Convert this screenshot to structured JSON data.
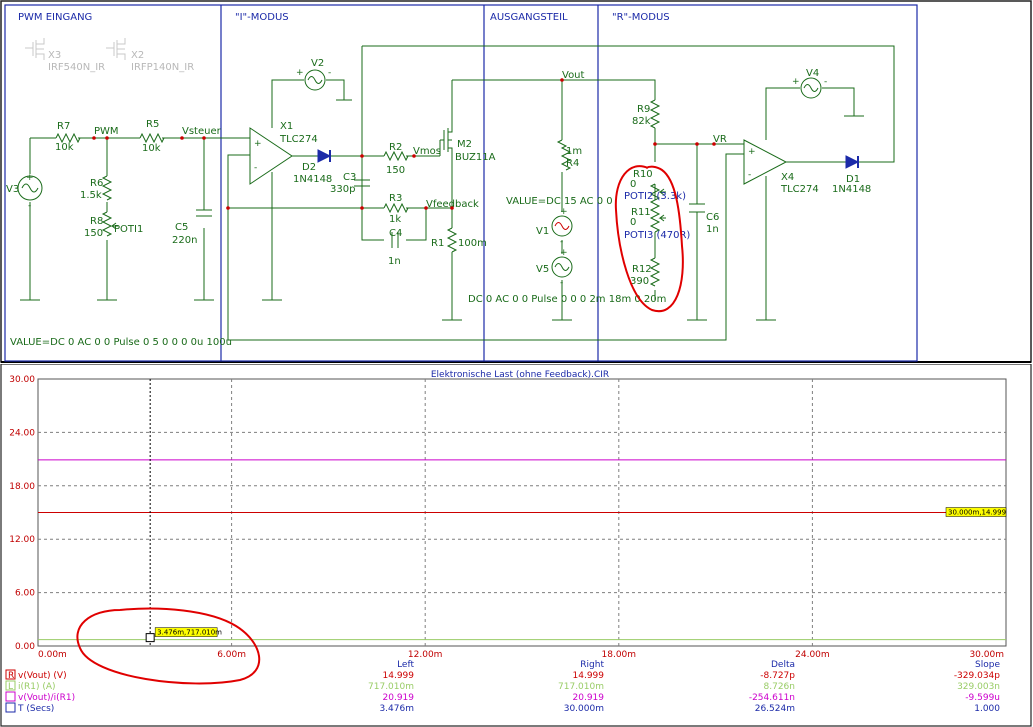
{
  "schematic": {
    "sections": {
      "pwm": "PWM EINGANG",
      "i_mode": "\"I\"-MODUS",
      "output": "AUSGANGSTEIL",
      "r_mode": "\"R\"-MODUS"
    },
    "ghost_parts": {
      "x3": "X3",
      "x3_model": "IRF540N_IR",
      "x2": "X2",
      "x2_model": "IRFP140N_IR"
    },
    "parts": {
      "r7": "R7",
      "r7_val": "10k",
      "r5": "R5",
      "r5_val": "10k",
      "r6": "R6",
      "r6_val": "1.5k",
      "r8": "R8",
      "r8_val": "150",
      "poti1": "POTI1",
      "c5": "C5",
      "c5_val": "220n",
      "v3": "V3",
      "v2": "V2",
      "x1": "X1",
      "x1_model": "TLC274",
      "d2": "D2",
      "d2_model": "1N4148",
      "c3": "C3",
      "c3_val": "330p",
      "r2": "R2",
      "r2_val": "150",
      "r3": "R3",
      "r3_val": "1k",
      "c4": "C4",
      "c4_val": "1n",
      "m2": "M2",
      "m2_model": "BUZ11A",
      "r1": "R1",
      "r1_val": "100m",
      "r4": "R4",
      "r4_val": "1m",
      "v1": "V1",
      "v5": "V5",
      "r9": "R9",
      "r9_val": "82k",
      "r10": "R10",
      "r10_val": "0",
      "poti2": "POTI2 (3.3k)",
      "r11": "R11",
      "r11_val": "0",
      "poti3": "POTI3 (470R)",
      "r12": "R12",
      "r12_val": "390",
      "c6": "C6",
      "c6_val": "1n",
      "v4": "V4",
      "x4": "X4",
      "x4_model": "TLC274",
      "d1": "D1",
      "d1_model": "1N4148"
    },
    "nets": {
      "pwm": "PWM",
      "vsteuer": "Vsteuer",
      "vmos": "Vmos",
      "vfeedback": "Vfeedback",
      "vout": "Vout",
      "vr": "VR"
    },
    "values": {
      "v1_value": "VALUE=DC 15 AC 0 0",
      "v3_value": "VALUE=DC 0 AC 0 0 Pulse 0 5 0 0 0 0u 100u",
      "v5_value": "DC 0 AC 0 0 Pulse 0 0 0 2m 18m 0 20m"
    },
    "pins": {
      "plus": "+",
      "minus": "-"
    }
  },
  "plot": {
    "title": "Elektronische Last (ohne Feedback).CIR",
    "cursor_right_label": "30.000m,14.999",
    "cursor_left_label": "3.476m,717.010m",
    "colors": {
      "red": "#cc0000",
      "green": "#99cc66",
      "magenta": "#cc00cc",
      "grid": "#7f7f7f",
      "label_bg": "#ffff00"
    },
    "table": {
      "headers": {
        "left": "Left",
        "right": "Right",
        "delta": "Delta",
        "slope": "Slope"
      },
      "rows": [
        {
          "tag": "R",
          "name": "v(Vout) (V)",
          "left": "14.999",
          "right": "14.999",
          "delta": "-8.727p",
          "slope": "-329.034p",
          "color": "#cc0000"
        },
        {
          "tag": "L",
          "name": "i(R1) (A)",
          "left": "717.010m",
          "right": "717.010m",
          "delta": "8.726n",
          "slope": "329.003n",
          "color": "#99cc66"
        },
        {
          "tag": "",
          "name": "v(Vout)/i(R1)",
          "left": "20.919",
          "right": "20.919",
          "delta": "-254.611n",
          "slope": "-9.599u",
          "color": "#cc00cc"
        },
        {
          "tag": "",
          "name": "T (Secs)",
          "left": "3.476m",
          "right": "30.000m",
          "delta": "26.524m",
          "slope": "1.000",
          "color": "#1b2aa8"
        }
      ]
    }
  },
  "chart_data": {
    "type": "line",
    "title": "Elektronische Last (ohne Feedback).CIR",
    "xlabel": "",
    "ylabel": "",
    "x_ticks": [
      "0.00m",
      "6.00m",
      "12.00m",
      "18.00m",
      "24.00m",
      "30.00m"
    ],
    "y_ticks": [
      "0.00",
      "6.00",
      "12.00",
      "18.00",
      "24.00",
      "30.00"
    ],
    "xlim": [
      0,
      30
    ],
    "ylim": [
      0,
      30
    ],
    "grid": true,
    "series": [
      {
        "name": "v(Vout) (V)",
        "x": [
          0,
          30
        ],
        "values": [
          14.999,
          14.999
        ],
        "color": "#cc0000"
      },
      {
        "name": "i(R1) (A)",
        "x": [
          0,
          30
        ],
        "values": [
          0.717,
          0.717
        ],
        "color": "#99cc66"
      },
      {
        "name": "v(Vout)/i(R1)",
        "x": [
          0,
          30
        ],
        "values": [
          20.919,
          20.919
        ],
        "color": "#cc00cc"
      }
    ],
    "cursors": [
      {
        "x": 3.476
      },
      {
        "x": 30.0
      }
    ]
  }
}
